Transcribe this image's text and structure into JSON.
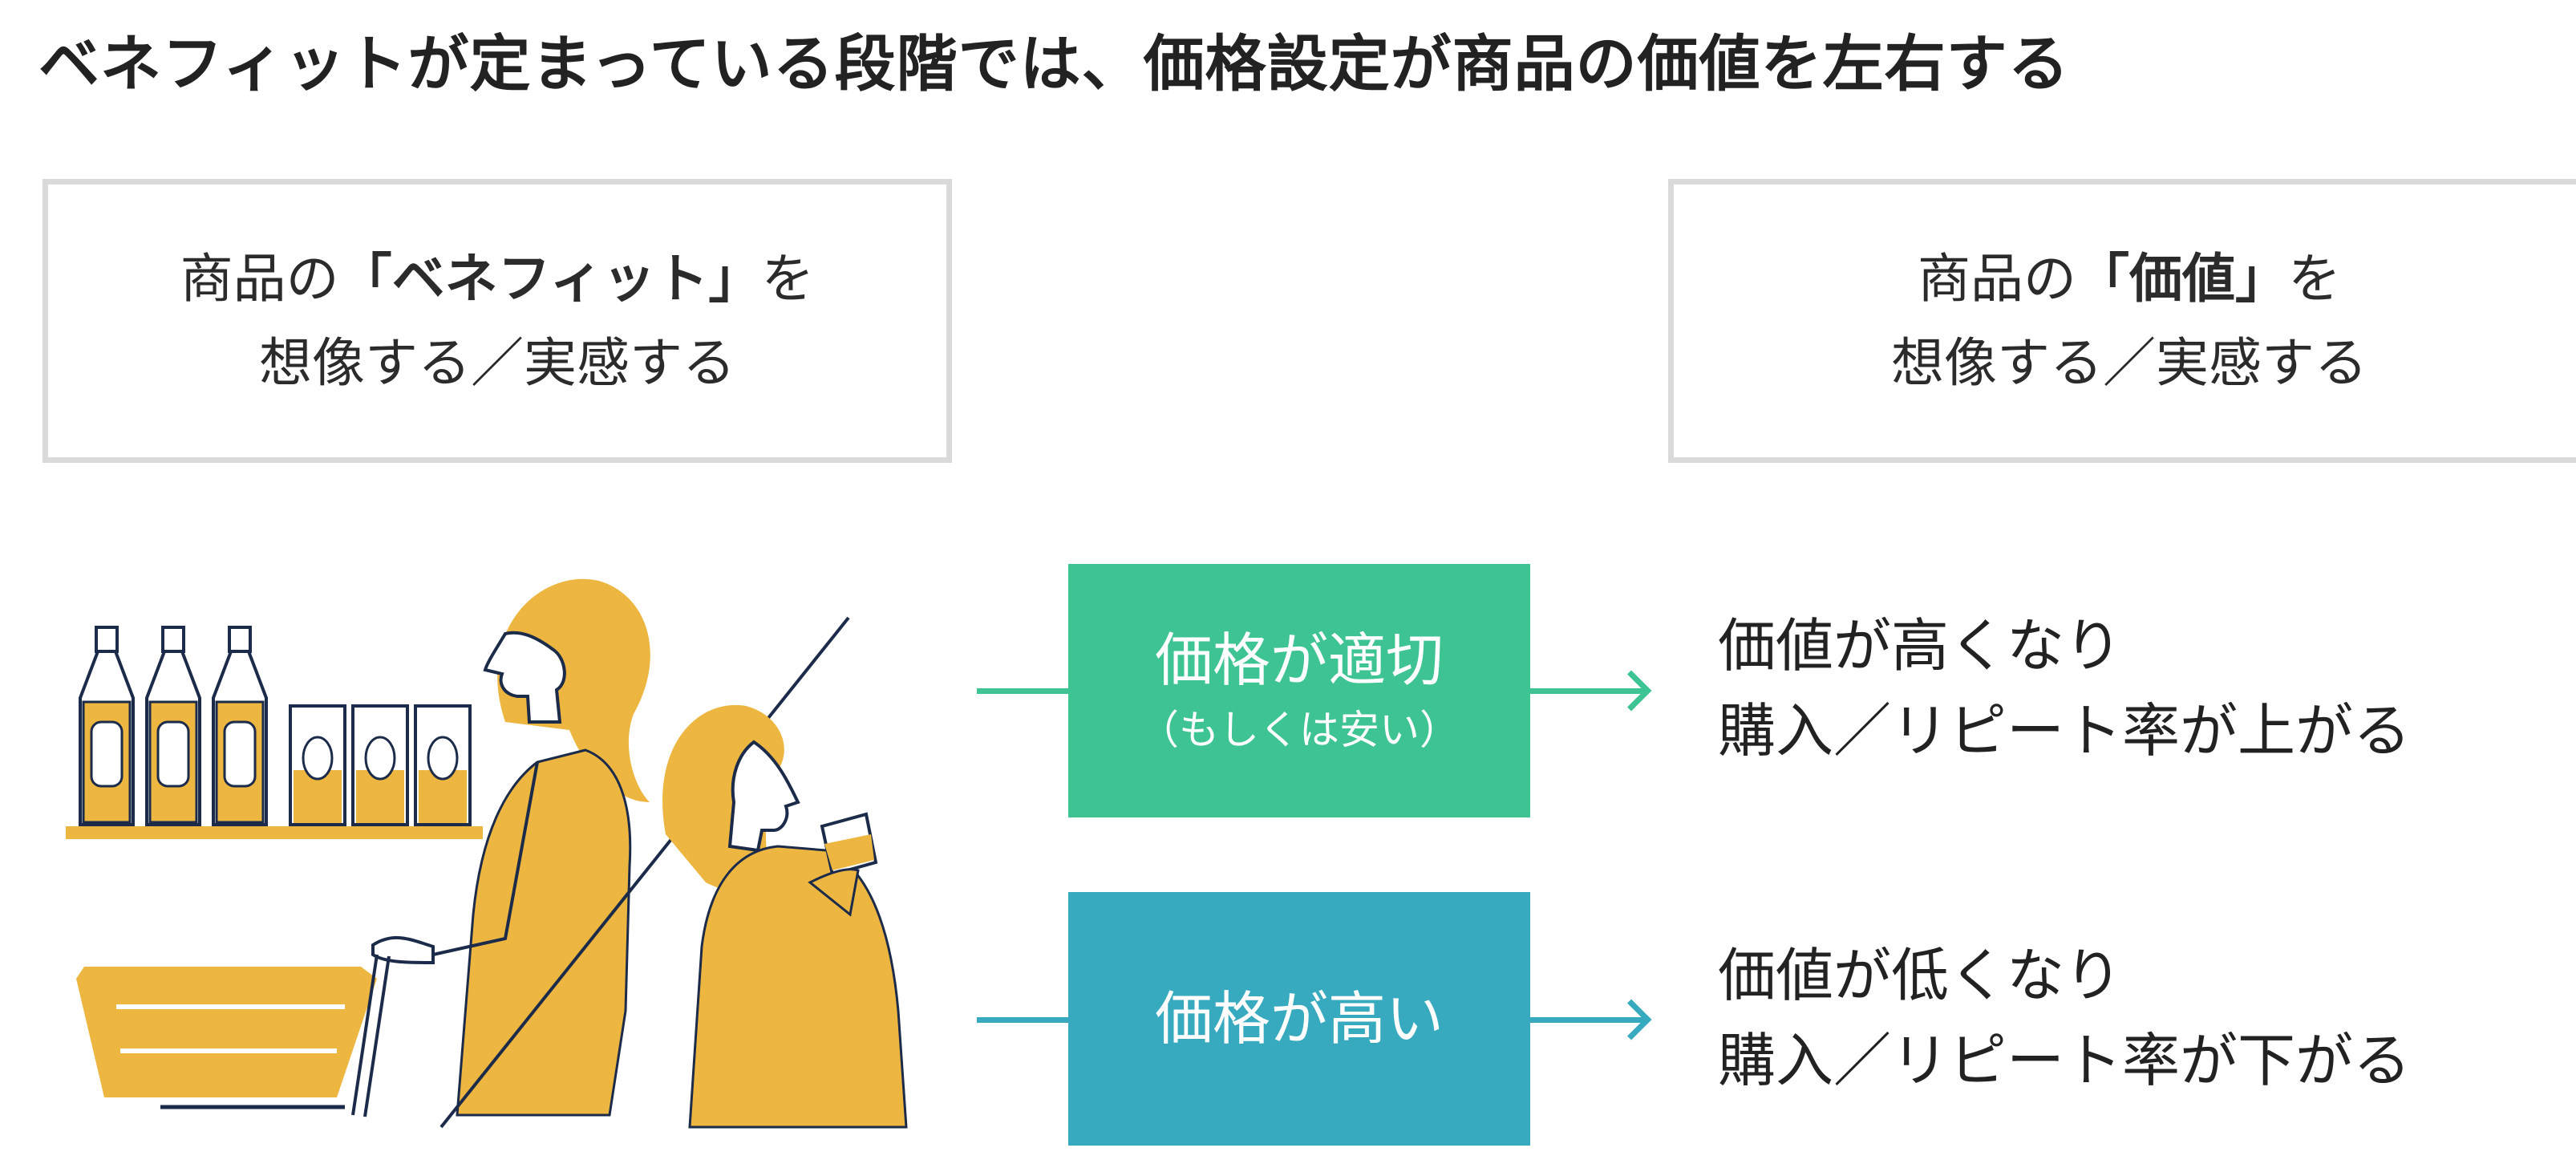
{
  "title": "ベネフィットが定まっている段階では、価格設定が商品の価値を左右する",
  "left_box": {
    "prefix": "商品の",
    "highlight": "「ベネフィット」",
    "suffix": "を",
    "line2": "想像する／実感する"
  },
  "right_box": {
    "prefix": "商品の",
    "highlight": "「価値」",
    "suffix": "を",
    "line2": "想像する／実感する"
  },
  "flows": [
    {
      "box_main": "価格が適切",
      "box_sub": "（もしくは安い）",
      "color": "#3ec392",
      "result_line1": "価値が高くなり",
      "result_line2": "購入／リピート率が上がる"
    },
    {
      "box_main": "価格が高い",
      "box_sub": "",
      "color": "#38aabf",
      "result_line1": "価値が低くなり",
      "result_line2": "購入／リピート率が下がる"
    }
  ],
  "colors": {
    "illustration_fill": "#ecb641",
    "illustration_stroke": "#1d2b4a"
  },
  "icons": [
    "shelf-bottles-icon",
    "shopper-woman-icon",
    "drinking-woman-icon",
    "shopping-basket-icon"
  ]
}
